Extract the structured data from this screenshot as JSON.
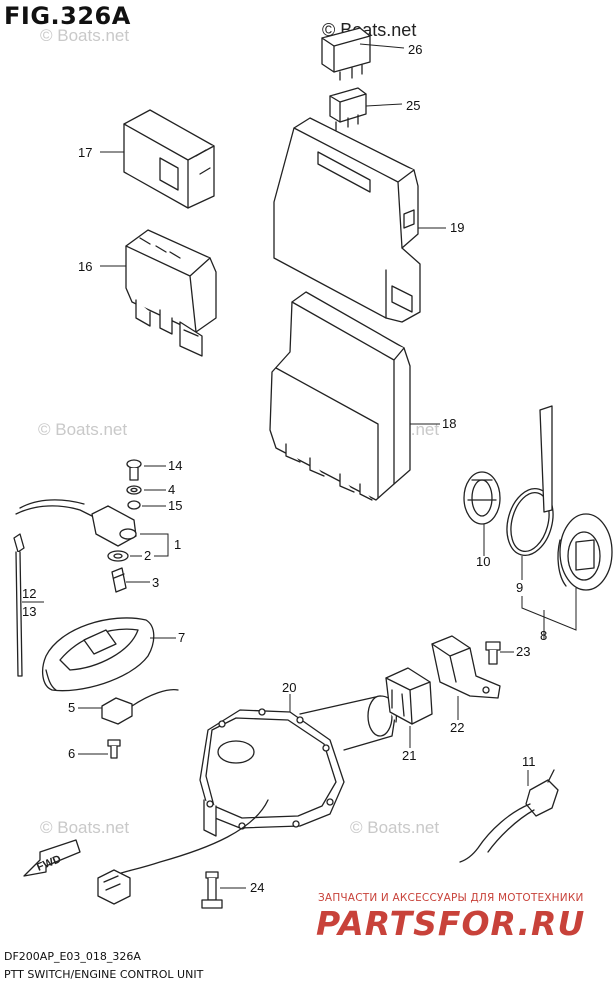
{
  "figure": {
    "title": "FIG.326A",
    "code": "DF200AP_E03_018_326A",
    "caption": "PTT SWITCH/ENGINE CONTROL UNIT"
  },
  "watermarks": {
    "dark": "© Boats.net",
    "light": "© Boats.net"
  },
  "promo": {
    "tagline": "ЗАПЧАСТИ И АКСЕССУАРЫ ДЛЯ МОТОТЕХНИКИ",
    "brand": "PARTSFOR.RU"
  },
  "direction_badge": "FWD",
  "callouts": {
    "c1": "1",
    "c2": "2",
    "c3": "3",
    "c4": "4",
    "c5": "5",
    "c6": "6",
    "c7": "7",
    "c8": "8",
    "c9": "9",
    "c10": "10",
    "c11": "11",
    "c12": "12",
    "c13": "13",
    "c14": "14",
    "c15": "15",
    "c16": "16",
    "c17": "17",
    "c18": "18",
    "c19": "19",
    "c20": "20",
    "c21": "21",
    "c22": "22",
    "c23": "23",
    "c24": "24",
    "c25": "25",
    "c26": "26"
  },
  "colors": {
    "line": "#222222",
    "brand": "#c8423a",
    "watermark": "#c9c9c9"
  }
}
